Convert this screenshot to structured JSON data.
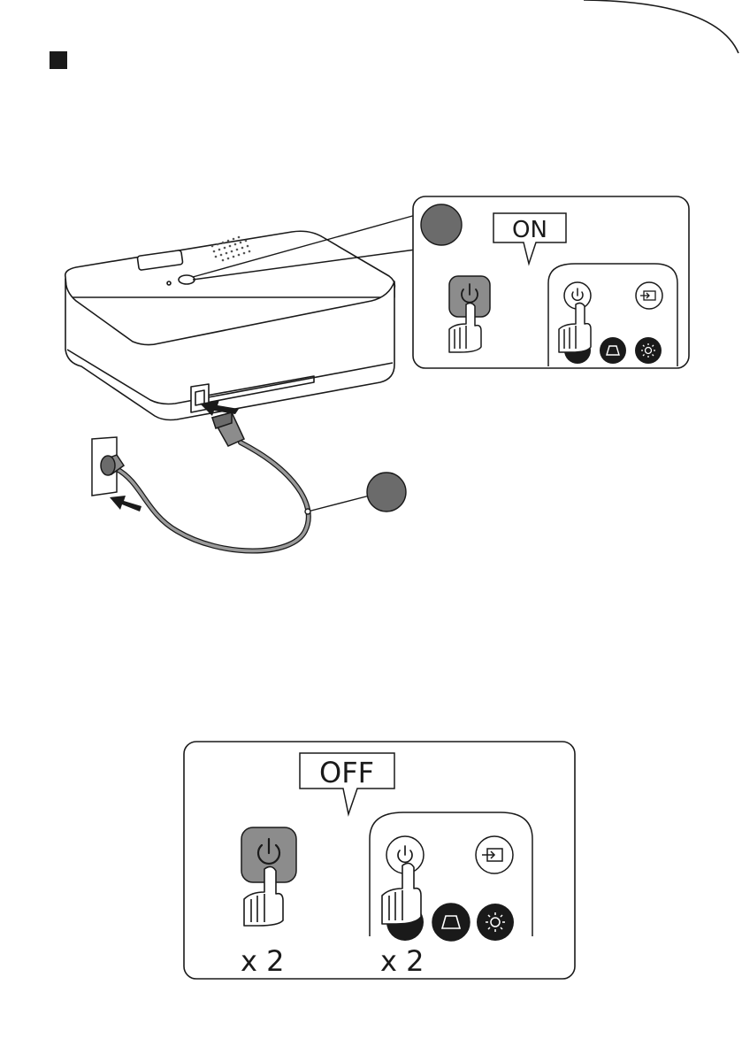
{
  "page": {
    "section_marker": "■"
  },
  "on_callout": {
    "label": "ON"
  },
  "off_callout": {
    "label": "OFF",
    "press_count_projector": "x 2",
    "press_count_remote": "x 2"
  },
  "icons": {
    "power": "power-icon",
    "source": "source-input-icon",
    "keystone": "keystone-icon",
    "brightness": "brightness-icon",
    "hand": "pointing-hand-icon"
  },
  "colors": {
    "line": "#1a1a1a",
    "step_badge": "#6b6b6b",
    "pressed_button": "#8c8c8c",
    "cable": "#9a9a9a"
  }
}
